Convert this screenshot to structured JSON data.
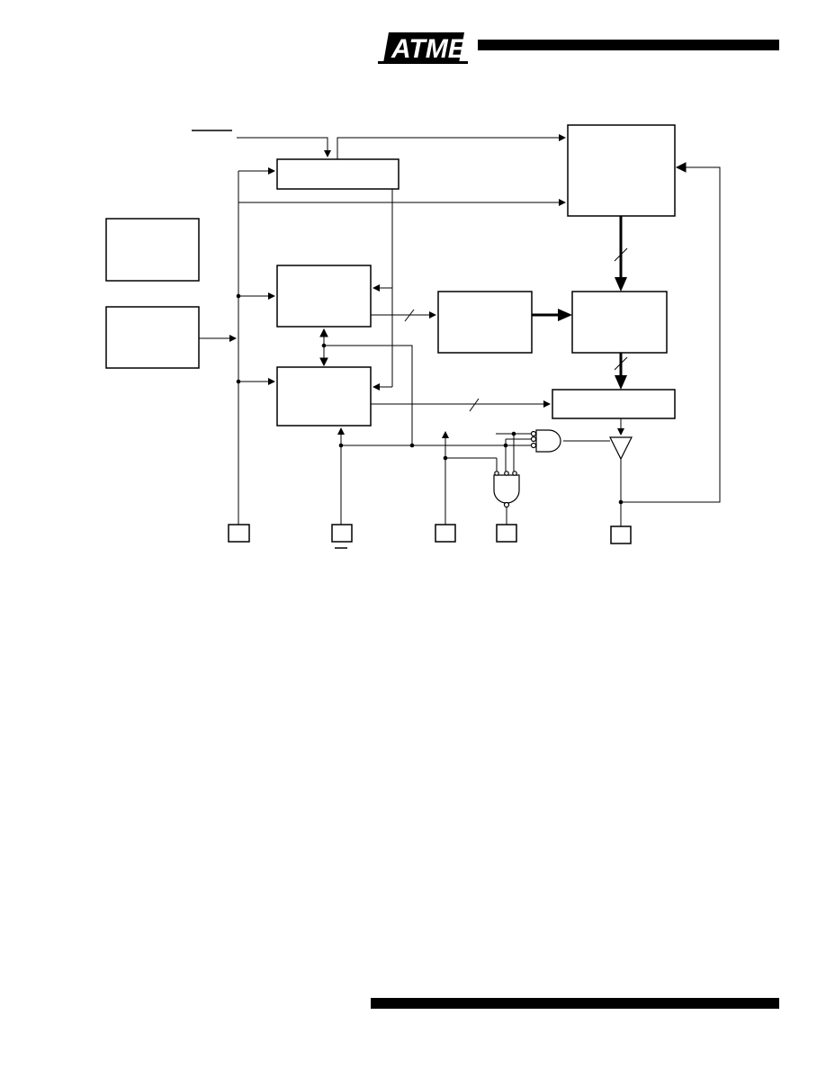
{
  "header": {
    "logo_text": "ATMEL",
    "colors": {
      "ink": "#000000",
      "paper": "#ffffff"
    }
  },
  "diagram": {
    "description_free": true,
    "blocks": [
      {
        "id": "block-top-control"
      },
      {
        "id": "block-output-logic"
      },
      {
        "id": "block-left-upper"
      },
      {
        "id": "block-left-lower"
      },
      {
        "id": "block-decoder-mid"
      },
      {
        "id": "block-sense-mid"
      },
      {
        "id": "block-right-mid"
      },
      {
        "id": "block-data-register"
      }
    ],
    "pins": [
      {
        "id": "pin-1"
      },
      {
        "id": "pin-2"
      },
      {
        "id": "pin-3"
      },
      {
        "id": "pin-4"
      },
      {
        "id": "pin-5"
      }
    ]
  },
  "footer": {}
}
